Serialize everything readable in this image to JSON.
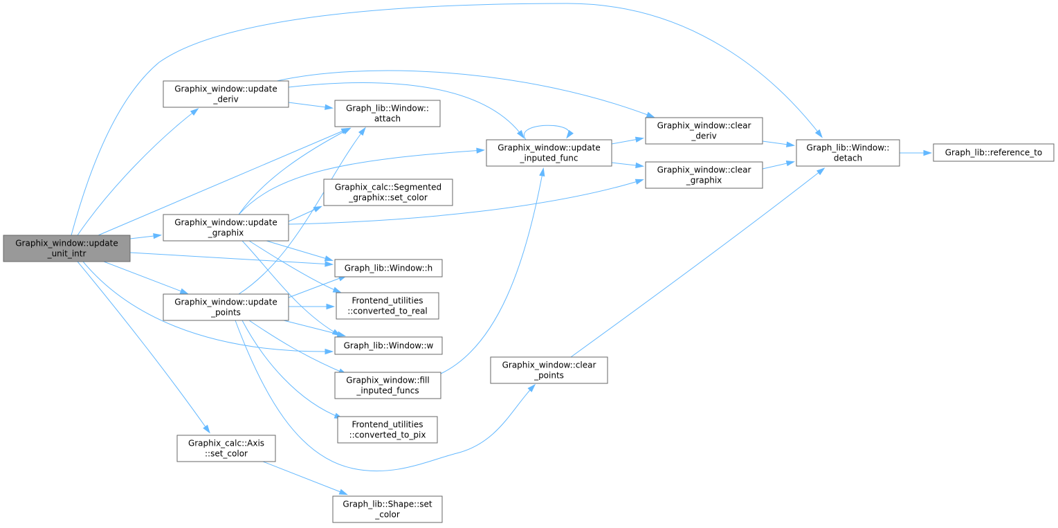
{
  "colors": {
    "edge": "#63b8ff",
    "node_border": "#666666",
    "node_fill": "#ffffff",
    "root_fill": "#999999",
    "text": "#000000"
  },
  "nodes": [
    {
      "id": "update_unit_intr",
      "lines": [
        "Graphix_window::update",
        "_unit_intr"
      ],
      "root": true
    },
    {
      "id": "update_deriv",
      "lines": [
        "Graphix_window::update",
        "_deriv"
      ]
    },
    {
      "id": "attach",
      "lines": [
        "Graph_lib::Window::",
        "attach"
      ]
    },
    {
      "id": "update_inputed_func",
      "lines": [
        "Graphix_window::update",
        "_inputed_func"
      ]
    },
    {
      "id": "clear_deriv",
      "lines": [
        "Graphix_window::clear",
        "_deriv"
      ]
    },
    {
      "id": "detach",
      "lines": [
        "Graph_lib::Window::",
        "detach"
      ]
    },
    {
      "id": "reference_to",
      "lines": [
        "Graph_lib::reference_to"
      ]
    },
    {
      "id": "clear_graphix",
      "lines": [
        "Graphix_window::clear",
        "_graphix"
      ]
    },
    {
      "id": "seg_set_color",
      "lines": [
        "Graphix_calc::Segmented",
        "_graphix::set_color"
      ]
    },
    {
      "id": "update_graphix",
      "lines": [
        "Graphix_window::update",
        "_graphix"
      ]
    },
    {
      "id": "window_h",
      "lines": [
        "Graph_lib::Window::h"
      ]
    },
    {
      "id": "converted_to_real",
      "lines": [
        "Frontend_utilities",
        "::converted_to_real"
      ]
    },
    {
      "id": "update_points",
      "lines": [
        "Graphix_window::update",
        "_points"
      ]
    },
    {
      "id": "window_w",
      "lines": [
        "Graph_lib::Window::w"
      ]
    },
    {
      "id": "fill_inputed_funcs",
      "lines": [
        "Graphix_window::fill",
        "_inputed_funcs"
      ]
    },
    {
      "id": "clear_points",
      "lines": [
        "Graphix_window::clear",
        "_points"
      ]
    },
    {
      "id": "converted_to_pix",
      "lines": [
        "Frontend_utilities",
        "::converted_to_pix"
      ]
    },
    {
      "id": "axis_set_color",
      "lines": [
        "Graphix_calc::Axis",
        "::set_color"
      ]
    },
    {
      "id": "shape_set_color",
      "lines": [
        "Graph_lib::Shape::set",
        "_color"
      ]
    }
  ],
  "edges": [
    [
      "update_unit_intr",
      "detach"
    ],
    [
      "update_unit_intr",
      "update_deriv"
    ],
    [
      "update_unit_intr",
      "attach"
    ],
    [
      "update_unit_intr",
      "update_graphix"
    ],
    [
      "update_unit_intr",
      "window_h"
    ],
    [
      "update_unit_intr",
      "update_points"
    ],
    [
      "update_unit_intr",
      "window_w"
    ],
    [
      "update_unit_intr",
      "axis_set_color"
    ],
    [
      "update_deriv",
      "attach"
    ],
    [
      "update_deriv",
      "update_inputed_func"
    ],
    [
      "update_deriv",
      "clear_deriv"
    ],
    [
      "update_inputed_func",
      "update_inputed_func"
    ],
    [
      "update_inputed_func",
      "clear_deriv"
    ],
    [
      "update_inputed_func",
      "clear_graphix"
    ],
    [
      "clear_deriv",
      "detach"
    ],
    [
      "clear_graphix",
      "detach"
    ],
    [
      "detach",
      "reference_to"
    ],
    [
      "update_graphix",
      "attach"
    ],
    [
      "update_graphix",
      "update_inputed_func"
    ],
    [
      "update_graphix",
      "seg_set_color"
    ],
    [
      "update_graphix",
      "clear_graphix"
    ],
    [
      "update_graphix",
      "window_h"
    ],
    [
      "update_graphix",
      "converted_to_real"
    ],
    [
      "update_graphix",
      "window_w"
    ],
    [
      "update_points",
      "attach"
    ],
    [
      "update_points",
      "window_h"
    ],
    [
      "update_points",
      "converted_to_real"
    ],
    [
      "update_points",
      "window_w"
    ],
    [
      "update_points",
      "fill_inputed_funcs"
    ],
    [
      "update_points",
      "converted_to_pix"
    ],
    [
      "update_points",
      "clear_points"
    ],
    [
      "fill_inputed_funcs",
      "update_inputed_func"
    ],
    [
      "clear_points",
      "detach"
    ],
    [
      "axis_set_color",
      "shape_set_color"
    ]
  ]
}
